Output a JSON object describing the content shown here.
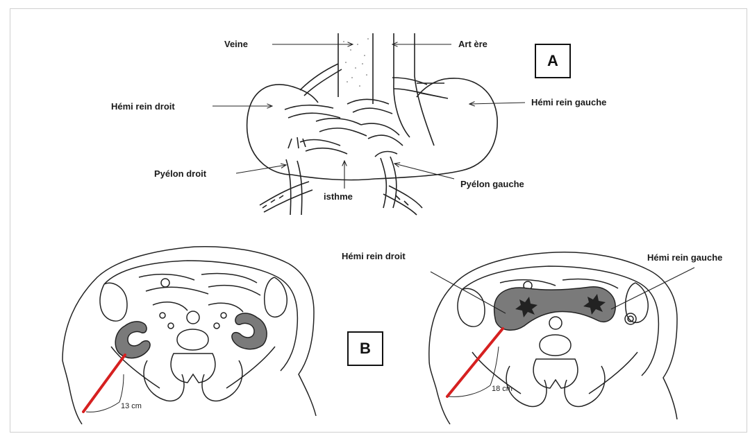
{
  "panel_a": {
    "badge": "A",
    "labels": {
      "veine": "Veine",
      "artere": "Art ère",
      "hemi_rein_droit": "Hémi rein droit",
      "hemi_rein_gauche": "Hémi rein gauche",
      "pyelon_droit": "Pyélon droit",
      "pyelon_gauche": "Pyélon gauche",
      "isthme": "isthme"
    }
  },
  "panel_b": {
    "badge": "B",
    "left_section": {
      "distance": "13 cm"
    },
    "right_section": {
      "distance": "18 cm",
      "hemi_rein_droit": "Hémi rein droit",
      "hemi_rein_gauche": "Hémi rein gauche"
    }
  },
  "colors": {
    "needle": "#d62020",
    "kidney_fill": "#7a7a7a",
    "line": "#222222"
  }
}
